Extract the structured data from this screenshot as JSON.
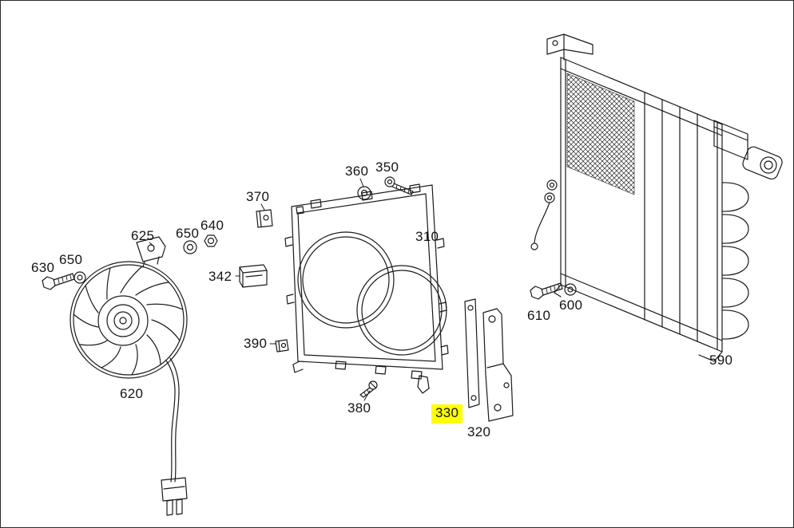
{
  "meta": {
    "background_color": "#ffffff",
    "line_color": "#1a1a1a",
    "label_color": "#141414",
    "highlight_color": "#ffff00",
    "highlighted_label": "330"
  },
  "labels": {
    "l630": {
      "text": "630",
      "highlighted": false
    },
    "l650a": {
      "text": "650",
      "highlighted": false
    },
    "l625": {
      "text": "625",
      "highlighted": false
    },
    "l650b": {
      "text": "650",
      "highlighted": false
    },
    "l640": {
      "text": "640",
      "highlighted": false
    },
    "l620": {
      "text": "620",
      "highlighted": false
    },
    "l370": {
      "text": "370",
      "highlighted": false
    },
    "l342": {
      "text": "342",
      "highlighted": false
    },
    "l390": {
      "text": "390",
      "highlighted": false
    },
    "l380": {
      "text": "380",
      "highlighted": false
    },
    "l360": {
      "text": "360",
      "highlighted": false
    },
    "l350": {
      "text": "350",
      "highlighted": false
    },
    "l310": {
      "text": "310",
      "highlighted": false
    },
    "l330": {
      "text": "330",
      "highlighted": true
    },
    "l320": {
      "text": "320",
      "highlighted": false
    },
    "l610": {
      "text": "610",
      "highlighted": false
    },
    "l600": {
      "text": "600",
      "highlighted": false
    },
    "l590": {
      "text": "590",
      "highlighted": false
    }
  }
}
